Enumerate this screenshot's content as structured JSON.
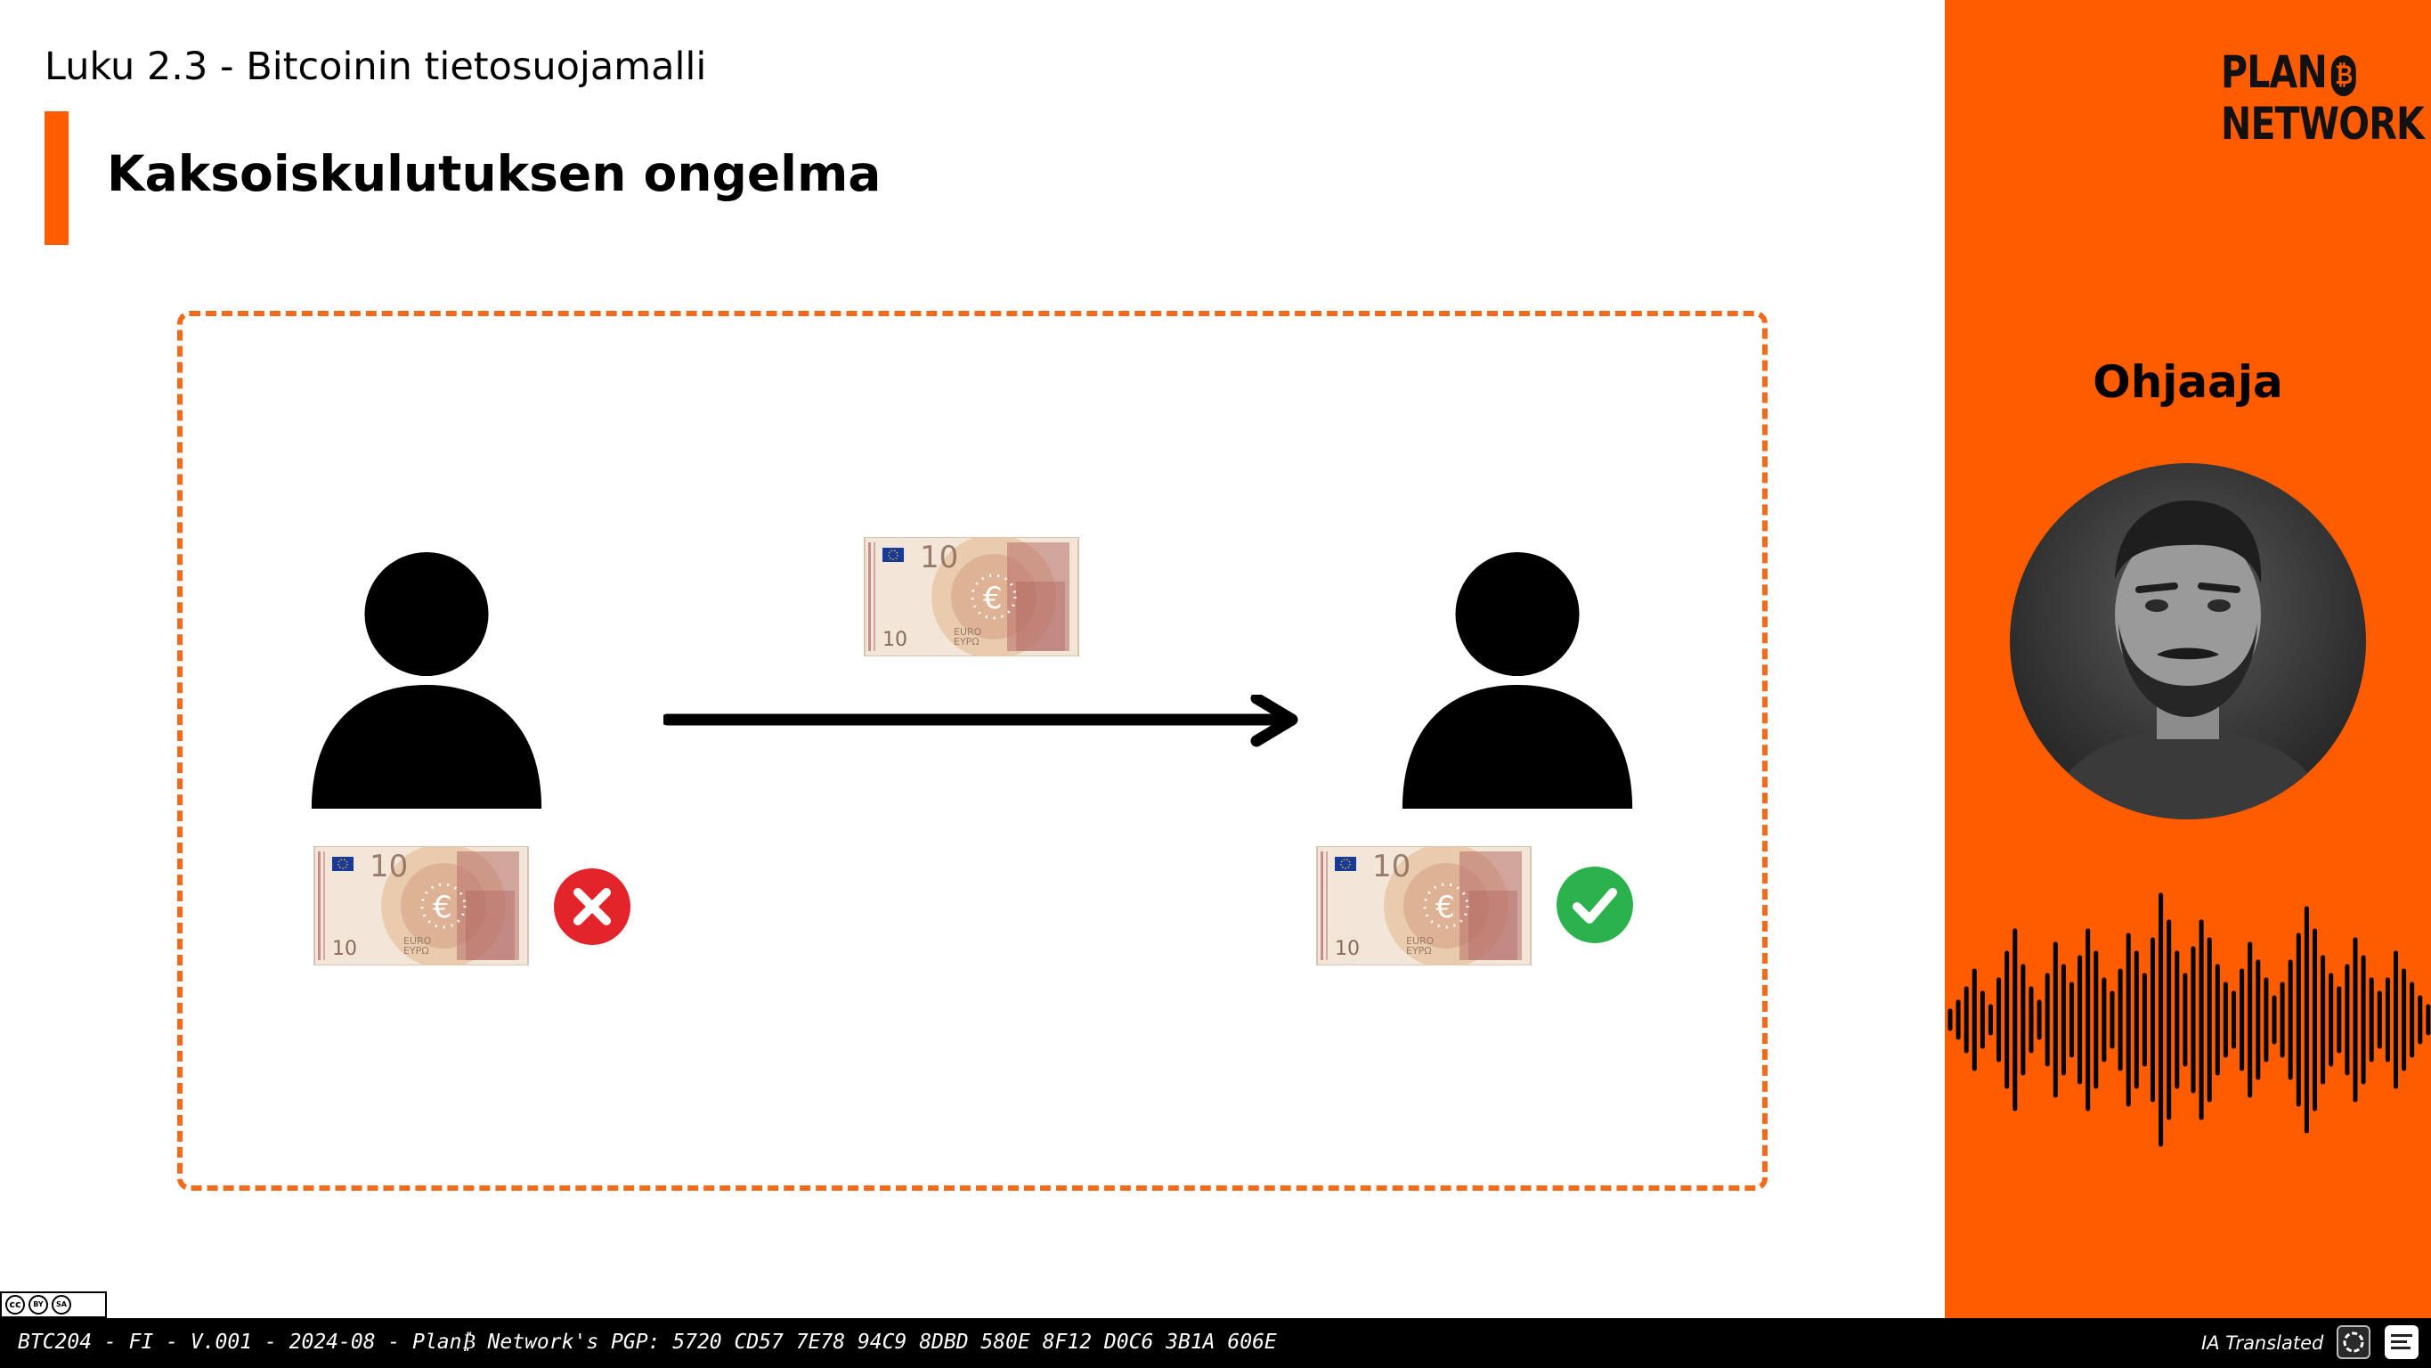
{
  "slide": {
    "chapter": "Luku 2.3 - Bitcoinin tietosuojamalli",
    "title": "Kaksoiskulutuksen ongelma"
  },
  "diagram": {
    "banknote": {
      "denomination": "10",
      "currency_text_1": "EURO",
      "currency_text_2": "ΕΥΡΩ"
    },
    "sender_status": "x-mark",
    "receiver_status": "check-mark"
  },
  "sidebar": {
    "logo_line1": "PLAN",
    "logo_b": "₿",
    "logo_line2": "NETWORK",
    "instructor_label": "Ohjaaja"
  },
  "footer": {
    "text": "BTC204 - FI - V.001 - 2024-08 - Plan₿ Network's PGP: 5720 CD57 7E78 94C9 8DBD 580E 8F12 D0C6 3B1A 606E",
    "ia_label": "IA Translated",
    "license_by": "BY",
    "license_sa": "SA"
  },
  "colors": {
    "accent": "#ff5c00",
    "dash": "#f26a1b",
    "error": "#e3242b",
    "success": "#2bb24c"
  }
}
